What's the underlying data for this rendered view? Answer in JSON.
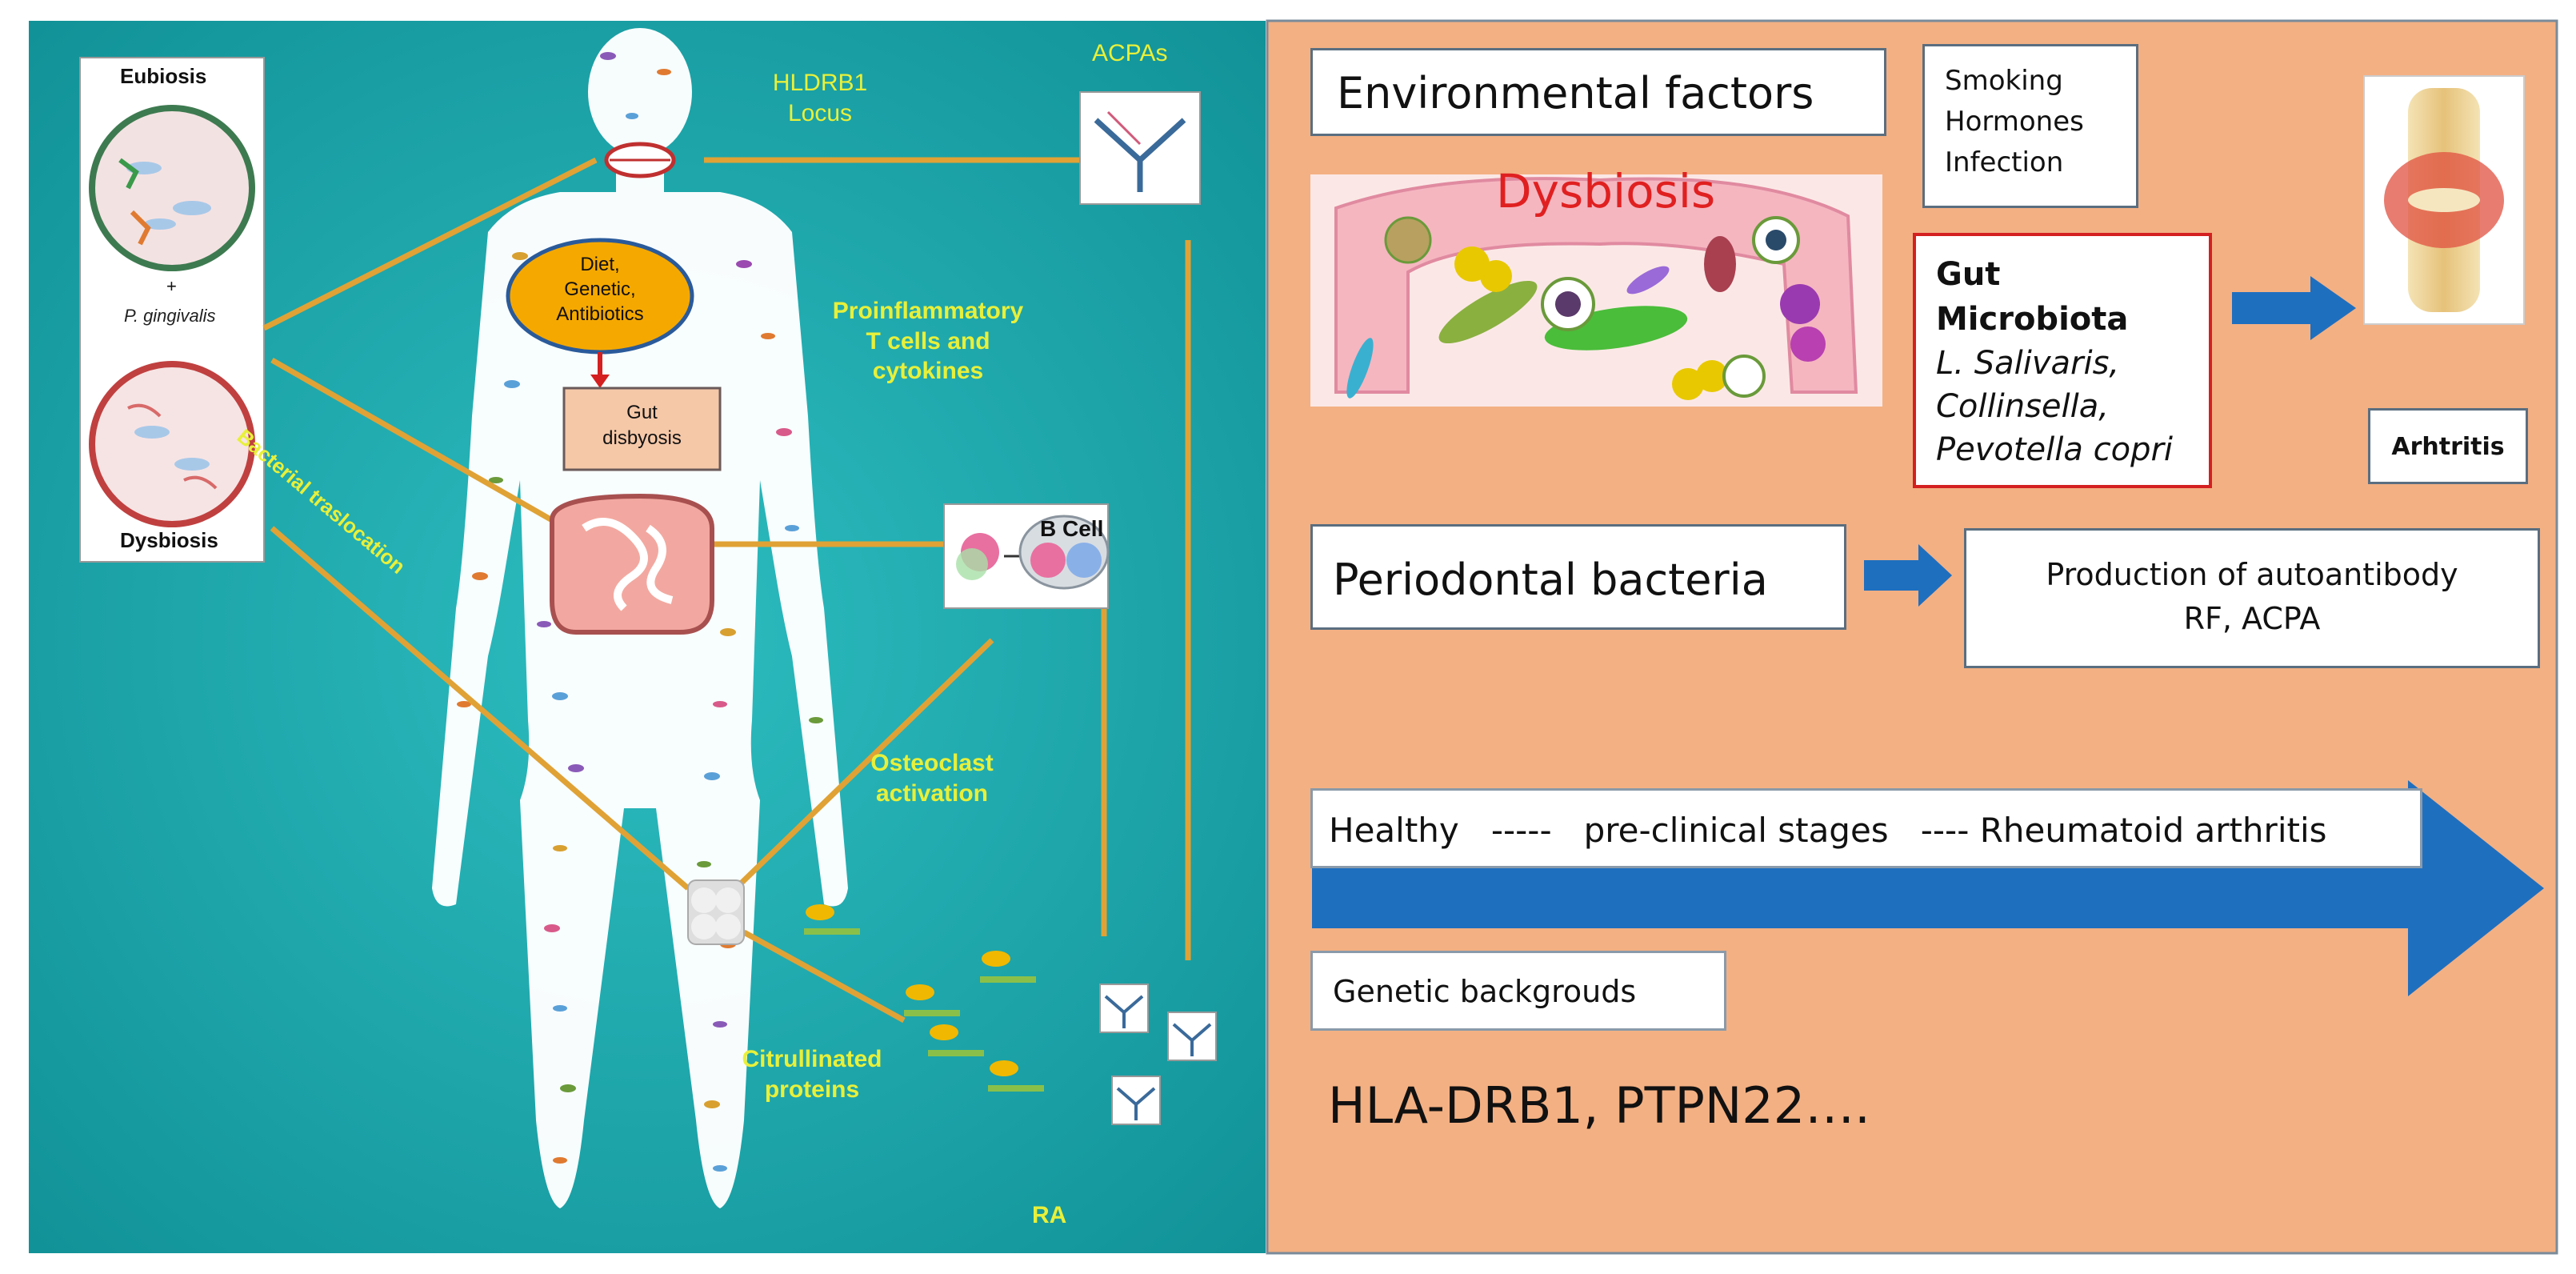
{
  "left_panel": {
    "eubiosis_label": "Eubiosis",
    "plus_label": "+",
    "pathogen_label": "P. gingivalis",
    "dysbiosis_label": "Dysbiosis",
    "hldrb1_label_line1": "HLDRB1",
    "hldrb1_label_line2": "Locus",
    "acpas_label": "ACPAs",
    "diet_line1": "Diet,",
    "diet_line2": "Genetic,",
    "diet_line3": "Antibiotics",
    "gut_line1": "Gut",
    "gut_line2": "disbyosis",
    "proinflammatory_line1": "Proinflammatory",
    "proinflammatory_line2": "T cells and",
    "proinflammatory_line3": "cytokines",
    "bacterial_translocation": "Bacterial traslocation",
    "bcell_label": "B Cell",
    "osteoclast_line1": "Osteoclast",
    "osteoclast_line2": "activation",
    "citrullinated_line1": "Citrullinated",
    "citrullinated_line2": "proteins",
    "ra_label": "RA"
  },
  "right_panel": {
    "environmental_factors": "Environmental factors",
    "factors_line1": "Smoking",
    "factors_line2": "Hormones",
    "factors_line3": "Infection",
    "dysbiosis_title": "Dysbiosis",
    "gut_microbiota_title": "Gut Microbiota",
    "gut_microbiota_line1": "L. Salivaris,",
    "gut_microbiota_line2": "Collinsella,",
    "gut_microbiota_line3": "Pevotella copri",
    "arthritis_label": "Arhtritis",
    "periodontal_bacteria": "Periodontal bacteria",
    "autoantibody_line1": "Production of autoantibody",
    "autoantibody_line2": "RF, ACPA",
    "stages_text": "Healthy   -----   pre-clinical stages   ---- Rheumatoid arthritis",
    "genetic_backgrounds": "Genetic backgrouds",
    "genes": "HLA-DRB1, PTPN22…."
  },
  "colors": {
    "teal_background": "#17a6ab",
    "salmon_background": "#f3b083",
    "arrow_blue": "#1f6fbf",
    "connector_orange": "#e0a235",
    "label_yellow": "#e8f03a",
    "gut_box_red": "#d42020"
  }
}
